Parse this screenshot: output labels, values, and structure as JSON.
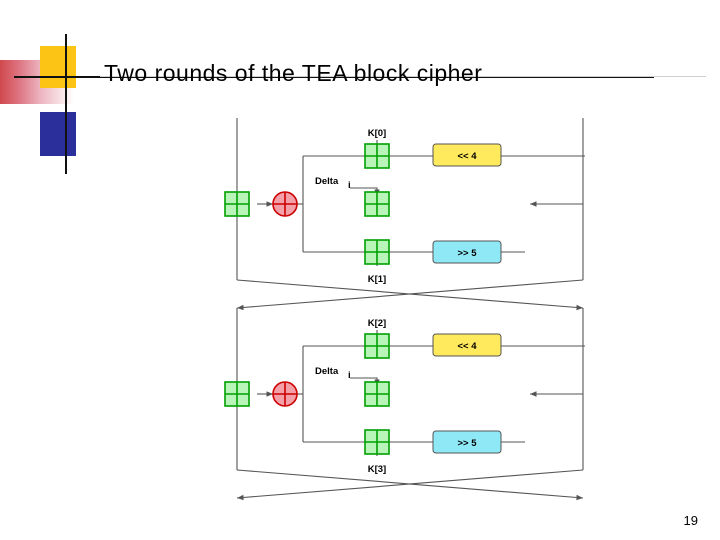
{
  "slide": {
    "title": "Two rounds of the TEA block cipher",
    "page_number": "19"
  },
  "decor": {
    "yellow": "#fcc415",
    "blue": "#2a2f9c",
    "red": "#c8282d",
    "rule": "#111111"
  },
  "diagram": {
    "type": "block-cipher-dataflow",
    "colors": {
      "adder_fill": "#b9f5b9",
      "adder_stroke": "#00a000",
      "xor_fill": "#f3a0a8",
      "xor_stroke": "#cc0000",
      "shift_left_fill": "#ffe95c",
      "shift_right_fill": "#8fe8f5",
      "box_stroke": "#555555",
      "wire": "#555555"
    },
    "round1": {
      "key_top": "K[0]",
      "key_bottom": "K[1]",
      "delta": "Delta",
      "delta_sub": "i",
      "shift_left": "<< 4",
      "shift_right": ">> 5"
    },
    "round2": {
      "key_top": "K[2]",
      "key_bottom": "K[3]",
      "delta": "Delta",
      "delta_sub": "i",
      "shift_left": "<< 4",
      "shift_right": ">> 5"
    }
  }
}
